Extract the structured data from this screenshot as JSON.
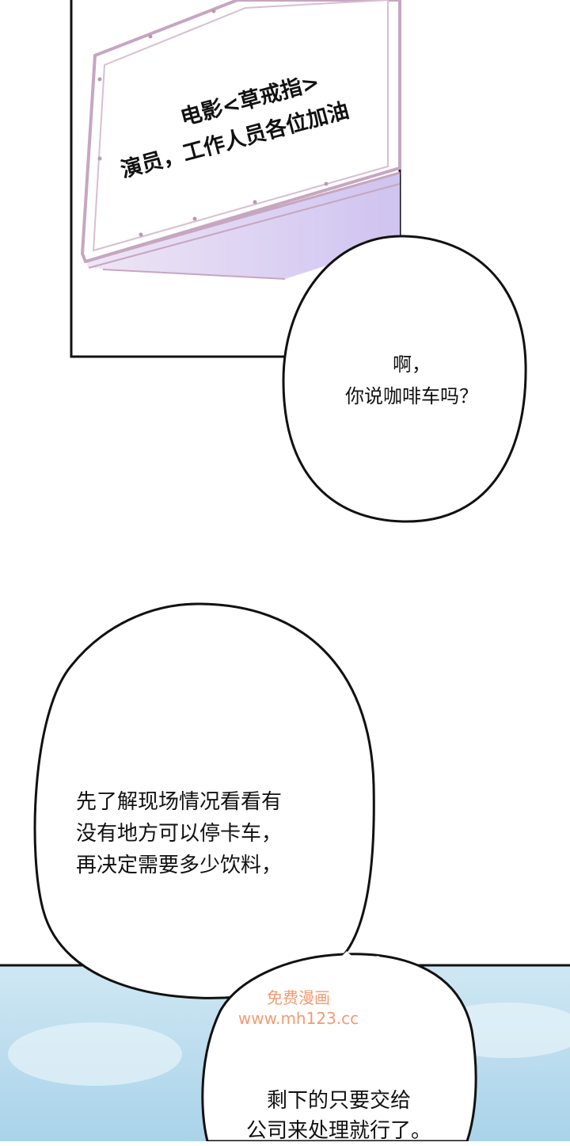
{
  "banner": {
    "line1": "电影<草戒指>",
    "line2": "演员，工作人员各位加油"
  },
  "bubble1": {
    "lines": [
      "啊，",
      "你说咖啡车吗？"
    ]
  },
  "bubble2": {
    "lines": [
      "先了解现场情况看看有",
      "没有地方可以停卡车，",
      "再决定需要多少饮料，"
    ]
  },
  "bubble3": {
    "lines": [
      "剩下的只要交给",
      "公司来处理就行了。"
    ]
  },
  "watermark": {
    "line1": "免费漫画",
    "line2": "www.mh123.cc"
  },
  "colors": {
    "ink": "#111111",
    "sky": "#cfe6f2",
    "banner_frame": "#c9a9c2",
    "banner_shade": "#d9cdf0",
    "watermark": "#f08a5a"
  }
}
